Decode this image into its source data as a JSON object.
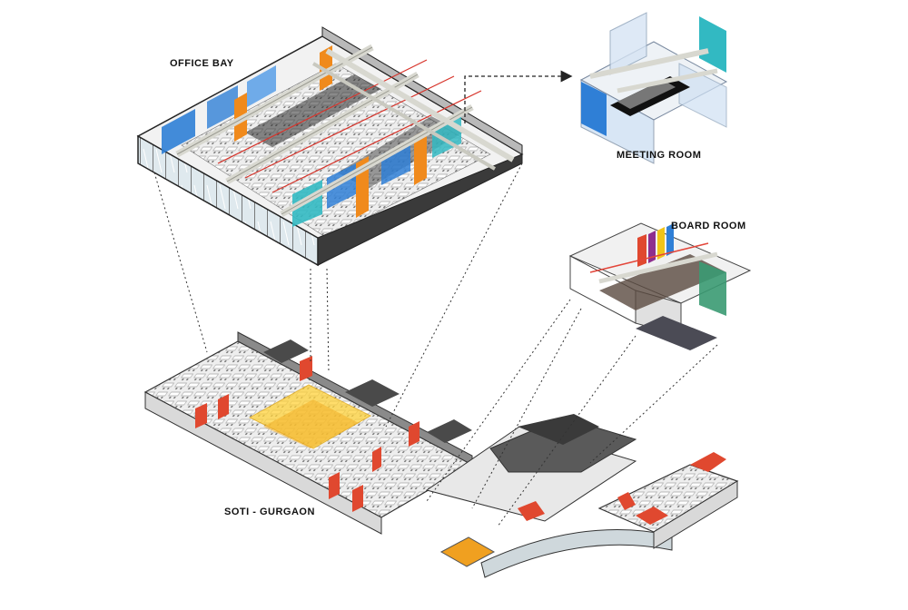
{
  "labels": {
    "office_bay": "OFFICE BAY",
    "meeting_room": "MEETING ROOM",
    "board_room": "BOARD ROOM",
    "floor_plan": "SOTI - GURGAON"
  },
  "colors": {
    "background": "#ffffff",
    "wall_dark": "#3c3c3c",
    "wall_grey": "#8a8a8a",
    "accent_blue": "#2f7fd6",
    "accent_teal": "#32b9c2",
    "accent_orange": "#f08a1c",
    "accent_red": "#e0482f",
    "highlight_yellow": "#ffd23a",
    "duct_grey": "#d8d8d0",
    "leader_line": "#333333"
  }
}
